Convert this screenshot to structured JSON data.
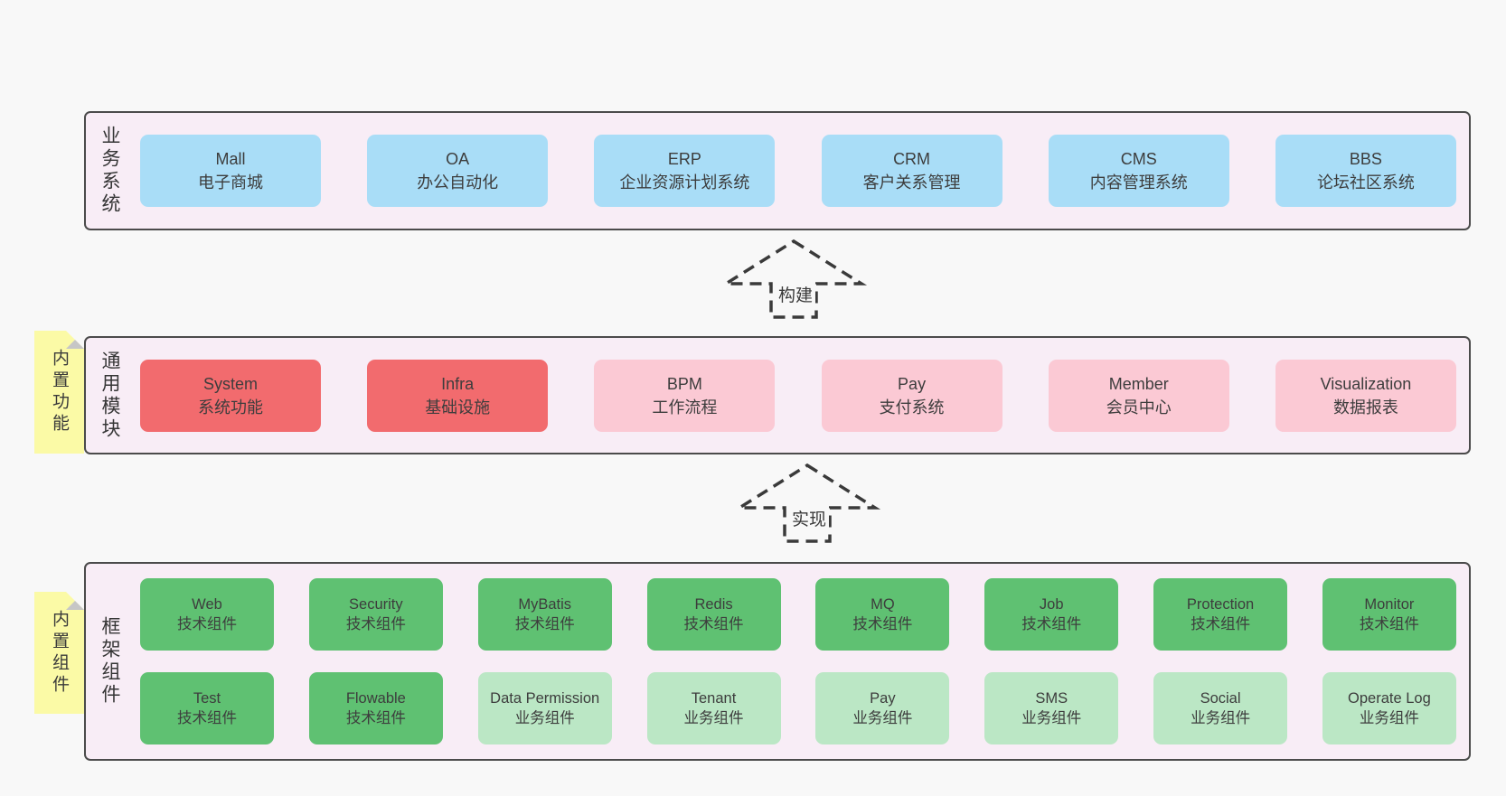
{
  "colors": {
    "page_bg": "#f8f8f8",
    "band_bg": "#f8edf6",
    "band_border": "#4b4b4b",
    "blue_box": "#a9ddf7",
    "red_box": "#f26b6e",
    "pink_box": "#fbc9d4",
    "green_box": "#5fc172",
    "light_green_box": "#bbe7c5",
    "sticky_yellow": "#fbfaa6",
    "sticky_fold": "#c6c6c6",
    "text": "#3d3d3d"
  },
  "band_business": {
    "label": "业务系统",
    "boxes": [
      {
        "name": "Mall",
        "subtitle": "电子商城"
      },
      {
        "name": "OA",
        "subtitle": "办公自动化"
      },
      {
        "name": "ERP",
        "subtitle": "企业资源计划系统"
      },
      {
        "name": "CRM",
        "subtitle": "客户关系管理"
      },
      {
        "name": "CMS",
        "subtitle": "内容管理系统"
      },
      {
        "name": "BBS",
        "subtitle": "论坛社区系统"
      }
    ]
  },
  "arrow_build": {
    "label": "构建"
  },
  "band_modules": {
    "label": "通用模块",
    "sticky": "内置功能",
    "boxes": [
      {
        "name": "System",
        "subtitle": "系统功能"
      },
      {
        "name": "Infra",
        "subtitle": "基础设施"
      },
      {
        "name": "BPM",
        "subtitle": "工作流程"
      },
      {
        "name": "Pay",
        "subtitle": "支付系统"
      },
      {
        "name": "Member",
        "subtitle": "会员中心"
      },
      {
        "name": "Visualization",
        "subtitle": "数据报表"
      }
    ]
  },
  "arrow_implement": {
    "label": "实现"
  },
  "band_components": {
    "label": "框架组件",
    "sticky": "内置组件",
    "row1": [
      {
        "name": "Web",
        "subtitle": "技术组件"
      },
      {
        "name": "Security",
        "subtitle": "技术组件"
      },
      {
        "name": "MyBatis",
        "subtitle": "技术组件"
      },
      {
        "name": "Redis",
        "subtitle": "技术组件"
      },
      {
        "name": "MQ",
        "subtitle": "技术组件"
      },
      {
        "name": "Job",
        "subtitle": "技术组件"
      },
      {
        "name": "Protection",
        "subtitle": "技术组件"
      },
      {
        "name": "Monitor",
        "subtitle": "技术组件"
      }
    ],
    "row2": [
      {
        "name": "Test",
        "subtitle": "技术组件"
      },
      {
        "name": "Flowable",
        "subtitle": "技术组件"
      },
      {
        "name": "Data Permission",
        "subtitle": "业务组件"
      },
      {
        "name": "Tenant",
        "subtitle": "业务组件"
      },
      {
        "name": "Pay",
        "subtitle": "业务组件"
      },
      {
        "name": "SMS",
        "subtitle": "业务组件"
      },
      {
        "name": "Social",
        "subtitle": "业务组件"
      },
      {
        "name": "Operate Log",
        "subtitle": "业务组件"
      }
    ]
  }
}
